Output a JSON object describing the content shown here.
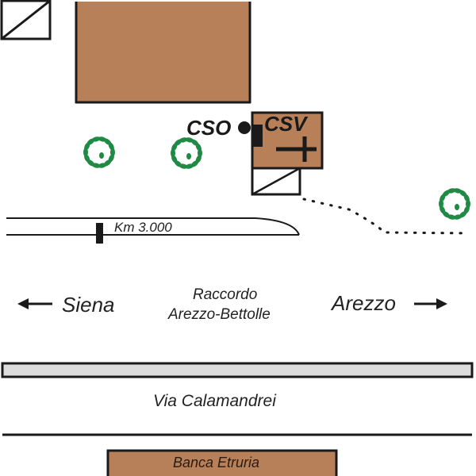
{
  "labels": {
    "cso": "CSO",
    "csv": "CSV",
    "km": "Km 3.000",
    "siena": "Siena",
    "arezzo": "Arezzo",
    "raccordo_line1": "Raccordo",
    "raccordo_line2": "Arezzo-Bettolle",
    "via": "Via Calamandrei",
    "banca": "Banca Etruria"
  },
  "colors": {
    "building": "#b88058",
    "tree": "#1f8a45",
    "road_fill": "#dcdcdc",
    "line": "#1a1a1a"
  }
}
